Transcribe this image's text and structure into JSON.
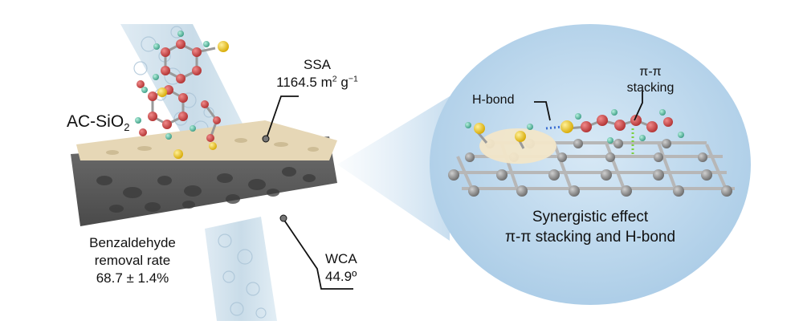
{
  "labels": {
    "material": {
      "text": "AC-SiO",
      "sub": "2"
    },
    "ssa": {
      "title": "SSA",
      "value": "1164.5 m",
      "sup1": "2",
      "unit": " g",
      "sup2": "−1"
    },
    "removal": {
      "line1": "Benzaldehyde",
      "line2": "removal rate",
      "line3": "68.7 ± 1.4%"
    },
    "wca": {
      "title": "WCA",
      "value": "44.9º"
    },
    "hbond": "H-bond",
    "pipi": {
      "line1": "π-π",
      "line2": "stacking"
    },
    "synergy": {
      "line1": "Synergistic effect",
      "line2": "π-π stacking and H-bond"
    }
  },
  "colors": {
    "bubble": "#b9d6ec",
    "carbon": "#8d8d8d",
    "foam_top": "#e8dcc0",
    "foam_side": "#5c5c5c",
    "stream": "#c9dce8",
    "oxygen": "#d04848",
    "sulfur": "#e6c21c",
    "hydrogen": "#4fb9a1",
    "hbond_dots": "#3c6fd1",
    "pipi_dots": "#7ccf3f"
  }
}
